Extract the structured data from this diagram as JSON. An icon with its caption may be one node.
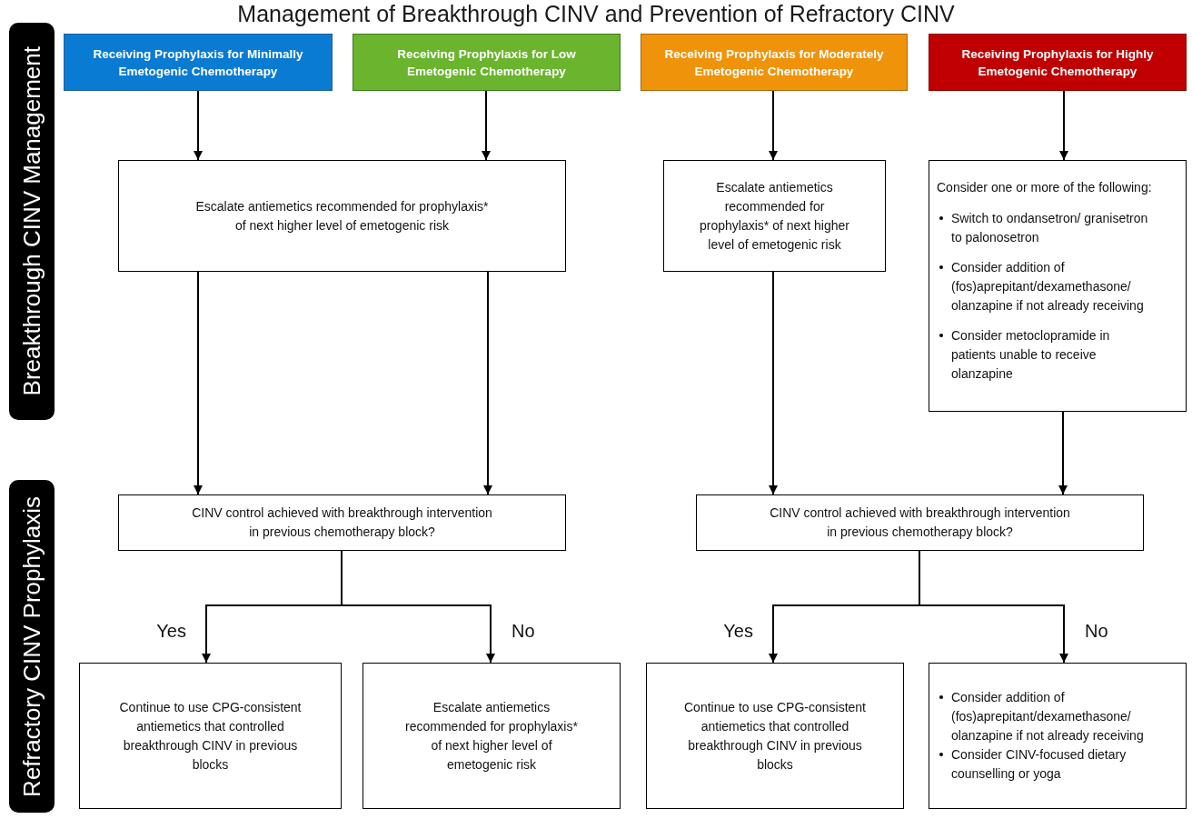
{
  "diagram": {
    "title": "Management of Breakthrough CINV and Prevention of Refractory CINV",
    "nodes": [
      {
        "text": [
          "Breakthrough CINV Management"
        ]
      },
      {
        "text": [
          "Refractory CINV Prophylaxis"
        ]
      },
      {
        "text": [
          "Receiving Prophylaxis for Minimally Emetogenic Chemotherapy"
        ]
      },
      {
        "text": [
          "Receiving Prophylaxis for Low Emetogenic Chemotherapy"
        ]
      },
      {
        "text": [
          "Receiving Prophylaxis for Moderately Emetogenic Chemotherapy"
        ]
      },
      {
        "text": [
          "Receiving Prophylaxis for Highly Emetogenic Chemotherapy"
        ]
      },
      {
        "text": [
          "Escalate antiemetics recommended for prophylaxis* of next higher level of emetogenic risk"
        ]
      },
      {
        "text": [
          "Escalate antiemetics recommended for prophylaxis* of next higher level of emetogenic risk"
        ]
      },
      {
        "text": [
          "Consider one or more of the following:",
          "Switch to ondansetron/ granisetron to palonosetron",
          "Consider addition of (fos)aprepitant/dexamethasone/ olanzapine if not already receiving",
          "Consider metoclopramide in patients unable to receive olanzapine"
        ]
      },
      {
        "text": [
          "CINV control achieved with breakthrough intervention in previous chemotherapy block?"
        ]
      },
      {
        "text": [
          "CINV control achieved with breakthrough intervention in previous chemotherapy block?"
        ]
      },
      {
        "text": [
          "Continue to use CPG-consistent antiemetics that controlled breakthrough CINV in previous blocks"
        ]
      },
      {
        "text": [
          "Escalate antiemetics recommended for prophylaxis* of next higher level of emetogenic risk"
        ]
      },
      {
        "text": [
          "Continue to use CPG-consistent antiemetics that controlled breakthrough CINV in previous blocks"
        ]
      },
      {
        "text": [
          "Consider addition of (fos)aprepitant/dexamethasone/ olanzapine if not already receiving",
          "Consider CINV-focused dietary counselling or yoga"
        ]
      }
    ],
    "edges": [
      {
        "from": 2,
        "to": 6,
        "arrow": "to"
      },
      {
        "from": 3,
        "to": 6,
        "arrow": "to"
      },
      {
        "from": 4,
        "to": 7,
        "arrow": "to"
      },
      {
        "from": 5,
        "to": 8,
        "arrow": "to"
      },
      {
        "from": 6,
        "to": 9,
        "arrow": "to"
      },
      {
        "from": 6,
        "to": 9,
        "arrow": "to"
      },
      {
        "from": 7,
        "to": 10,
        "arrow": "to"
      },
      {
        "from": 8,
        "to": 10,
        "arrow": "to"
      },
      {
        "from": 9,
        "to": 11,
        "arrow": "to",
        "label": "Yes"
      },
      {
        "from": 9,
        "to": 12,
        "arrow": "to",
        "label": "No"
      },
      {
        "from": 10,
        "to": 13,
        "arrow": "to",
        "label": "Yes"
      },
      {
        "from": 10,
        "to": 14,
        "arrow": "to",
        "label": "No"
      }
    ]
  }
}
